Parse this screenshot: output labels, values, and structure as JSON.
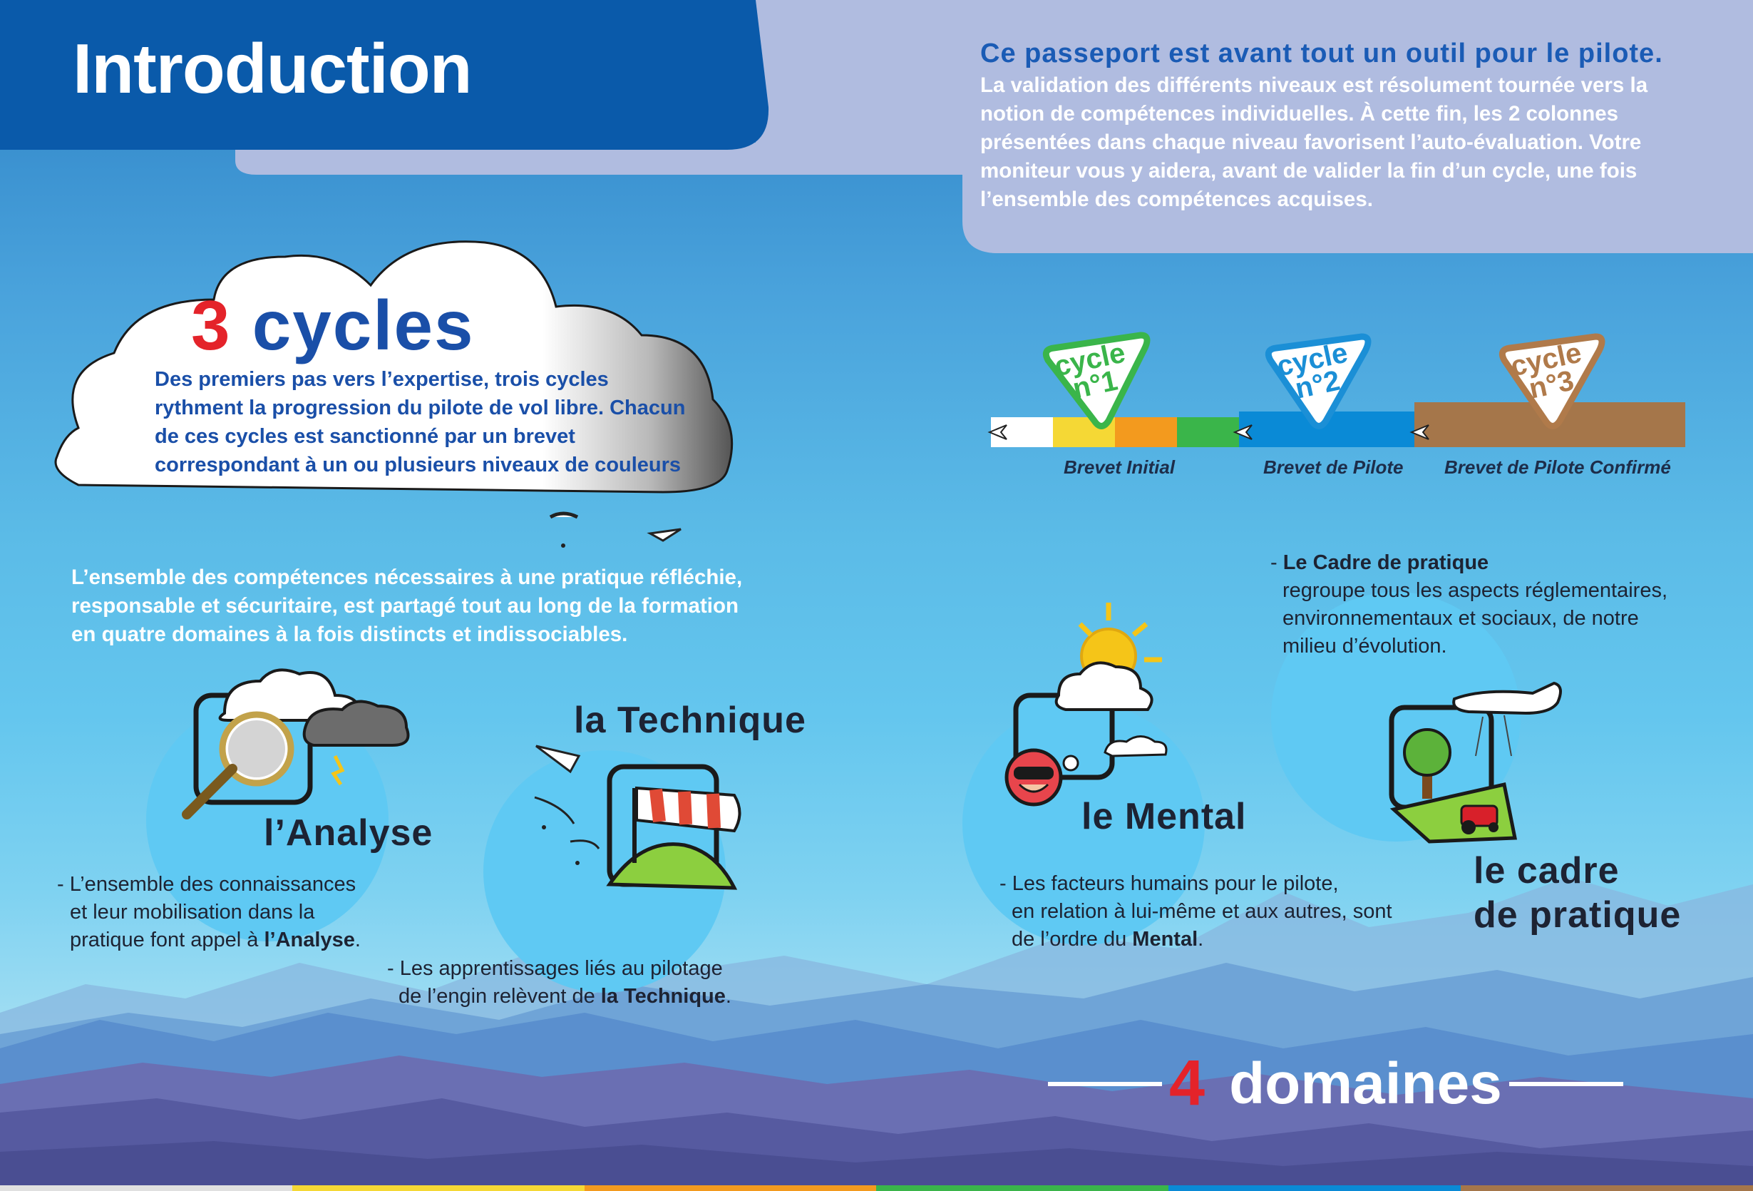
{
  "header": {
    "title": "Introduction"
  },
  "intro": {
    "heading": "Ce passeport est avant tout un outil pour le pilote.",
    "body": "La validation des différents niveaux est résolument tournée vers la notion de compétences individuelles. À cette fin, les 2 colonnes présentées dans chaque niveau favorisent l’auto-évaluation. Votre moniteur vous y aidera, avant de valider la fin d’un cycle, une fois l’ensemble des compétences acquises."
  },
  "cycles": {
    "number": "3",
    "word": "cycles",
    "body": "Des premiers pas vers l’expertise, trois cycles rythment la progression du pilote de vol libre. Chacun de ces cycles est sanctionné par un brevet correspondant à un ou plusieurs niveaux de couleurs"
  },
  "cycle_badges": [
    {
      "label": "cycle",
      "num": "n°1",
      "color": "#3ab54a"
    },
    {
      "label": "cycle",
      "num": "n°2",
      "color": "#1b8fd6"
    },
    {
      "label": "cycle",
      "num": "n°3",
      "color": "#b07a4a"
    }
  ],
  "brevets": [
    "Brevet Initial",
    "Brevet de Pilote",
    "Brevet de Pilote Confirmé"
  ],
  "competences_text": "L’ensemble des compétences nécessaires à une pratique réfléchie, responsable et sécuritaire, est partagé tout au long de la formation en quatre domaines à la fois distincts et indissociables.",
  "domains": {
    "analyse": {
      "label": "l’Analyse",
      "desc_1": "- L’ensemble des connaissances",
      "desc_2": "et leur mobilisation dans la",
      "desc_3": "pratique font appel à ",
      "desc_bold": "l’Analyse",
      "desc_end": "."
    },
    "technique": {
      "label": "la Technique",
      "desc_1": "- Les apprentissages liés au pilotage",
      "desc_2": "de l’engin relèvent de ",
      "desc_bold": "la Technique",
      "desc_end": "."
    },
    "mental": {
      "label": "le Mental",
      "desc_1": "- Les facteurs humains pour le pilote,",
      "desc_2": "en relation à lui-même et aux autres, sont",
      "desc_3": "de l’ordre du ",
      "desc_bold": "Mental",
      "desc_end": "."
    },
    "cadre": {
      "label_1": "le cadre",
      "label_2": "de pratique",
      "desc_head_prefix": "- ",
      "desc_head": "Le Cadre de pratique",
      "desc_1": "regroupe tous les aspects réglementaires,",
      "desc_2": "environnementaux et sociaux, de notre",
      "desc_3": "milieu d’évolution."
    }
  },
  "footer": {
    "count": "4",
    "word": "domaines"
  },
  "colors": {
    "accent_red": "#e4232a",
    "header_blue": "#0a5aaa",
    "intro_bg": "#b0bce0",
    "level_white": "#ffffff",
    "level_yellow": "#f5d835",
    "level_orange": "#f39a1e",
    "level_green": "#3ab54a",
    "level_blue": "#0a8ad6",
    "level_brown": "#a5764a"
  }
}
